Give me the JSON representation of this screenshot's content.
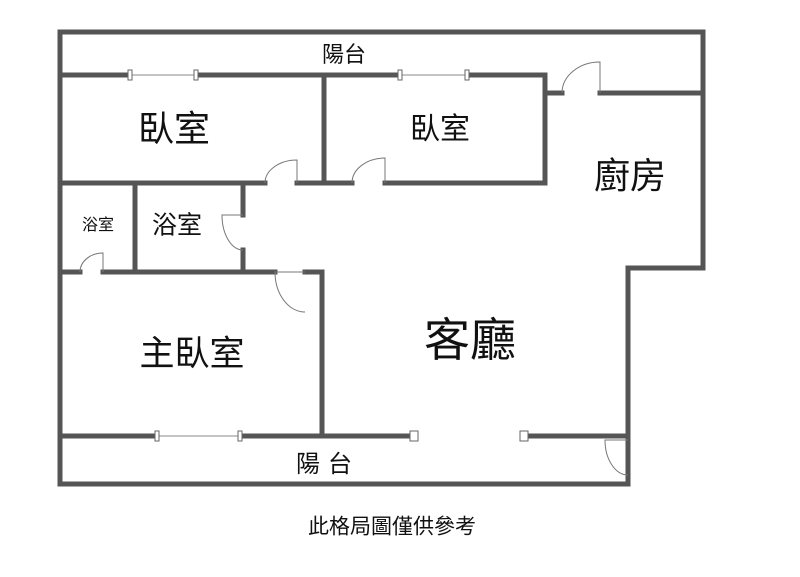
{
  "rooms": {
    "balcony_top": "陽台",
    "bedroom_1": "臥室",
    "bedroom_2": "臥室",
    "kitchen": "廚房",
    "bathroom_small": "浴室",
    "bathroom": "浴室",
    "master_bedroom": "主臥室",
    "living_room": "客廳",
    "balcony_bottom": "陽台"
  },
  "caption": "此格局圖僅供參考"
}
